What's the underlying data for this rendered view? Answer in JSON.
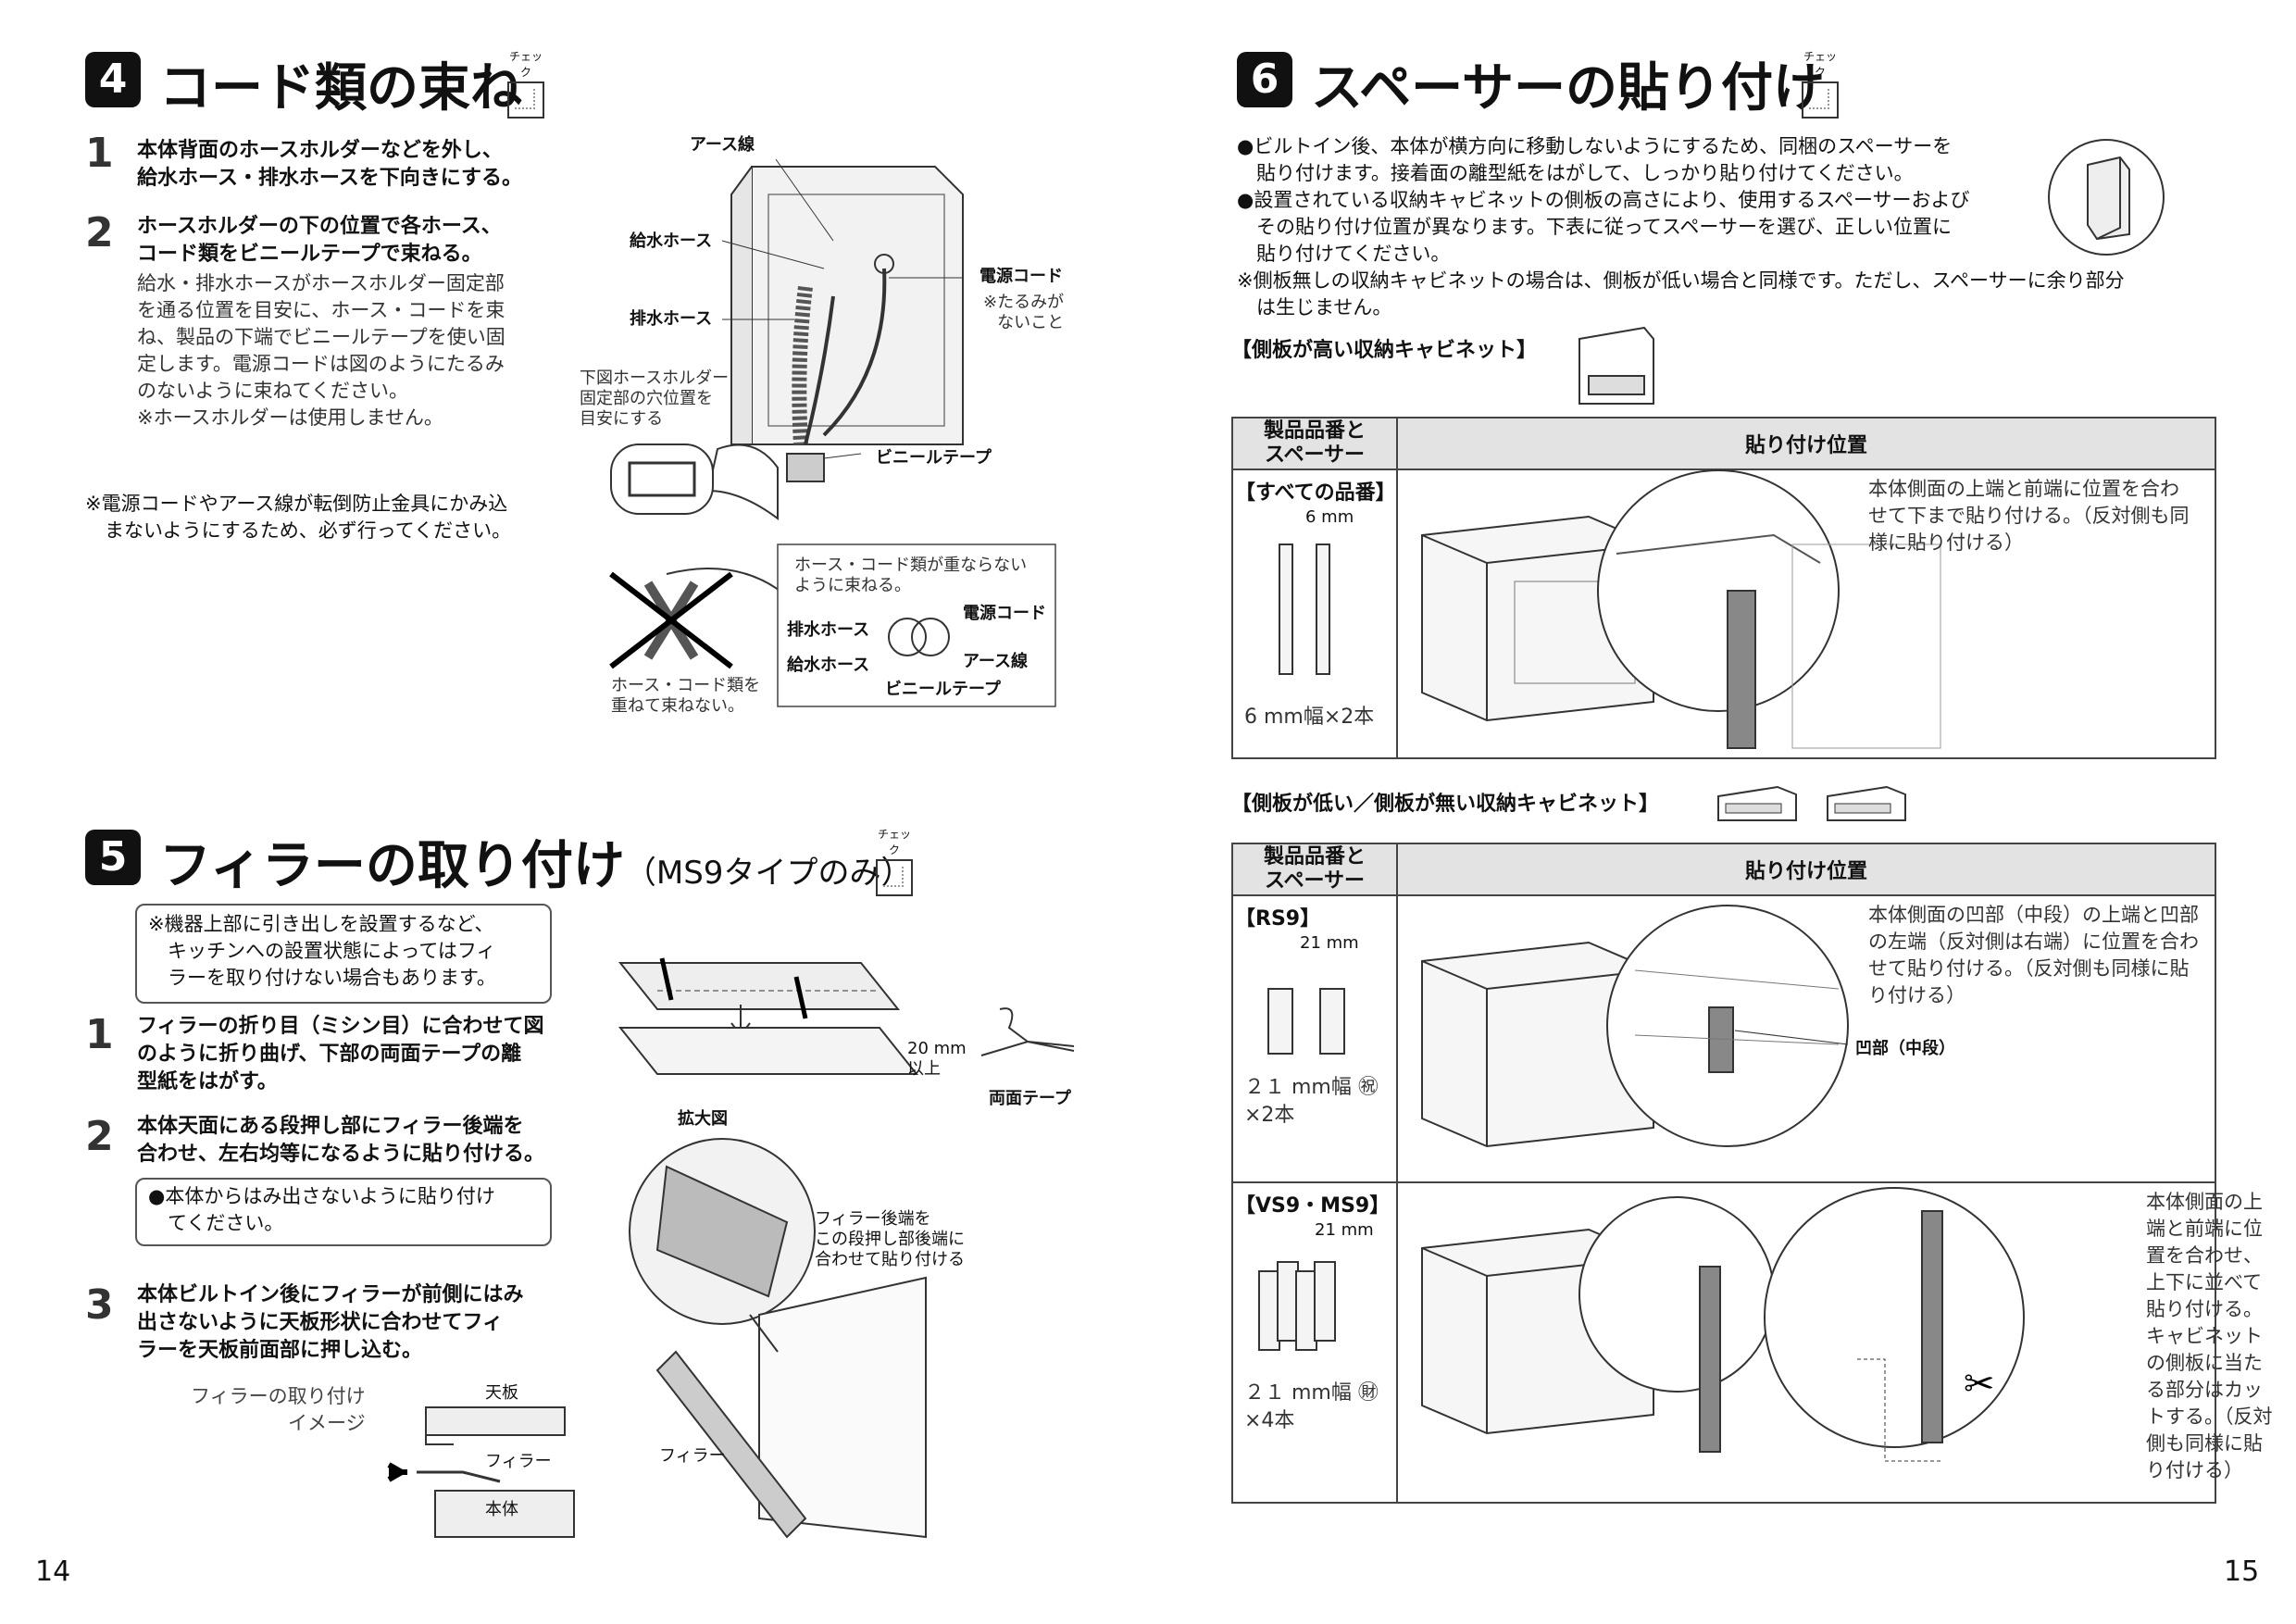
{
  "check_label": "チェック",
  "left": {
    "sec4": {
      "num": "4",
      "title": "コード類の束ね",
      "steps": [
        {
          "num": "1",
          "text": "本体背面のホースホルダーなどを外し、\n給水ホース・排水ホースを下向きにする。"
        },
        {
          "num": "2",
          "text": "ホースホルダーの下の位置で各ホース、\nコード類をビニールテープで束ねる。",
          "detail": "給水・排水ホースがホースホルダー固定部\nを通る位置を目安に、ホース・コードを束\nね、製品の下端でビニールテープを使い固\n定します。電源コードは図のようにたるみ\nのないように束ねてください。\n※ホースホルダーは使用しません。"
        }
      ],
      "note": "※電源コードやアース線が転倒防止金具にかみ込\n　まないようにするため、必ず行ってください。",
      "fig": {
        "earth": "アース線",
        "supply_hose": "給水ホース",
        "drain_hose": "排水ホース",
        "power_cord": "電源コード",
        "slack_note": "※たるみが\nないこと",
        "holder_note": "下図ホースホルダー\n固定部の穴位置を\n目安にする",
        "vinyl_tape": "ビニールテープ",
        "bad_note": "ホース・コード類を\n重ねて束ねない。",
        "inset_note": "ホース・コード類が重ならない\nように束ねる。",
        "inset_drain": "排水ホース",
        "inset_supply": "給水ホース",
        "inset_power": "電源コード",
        "inset_earth": "アース線",
        "inset_tape": "ビニールテープ"
      }
    },
    "sec5": {
      "num": "5",
      "title": "フィラーの取り付け",
      "subtitle": "（MS9タイプのみ）",
      "notice": "※機器上部に引き出しを設置するなど、\n　キッチンへの設置状態によってはフィ\n　ラーを取り付けない場合もあります。",
      "steps": [
        {
          "num": "1",
          "text": "フィラーの折り目（ミシン目）に合わせて図\nのように折り曲げ、下部の両面テープの離\n型紙をはがす。"
        },
        {
          "num": "2",
          "text": "本体天面にある段押し部にフィラー後端を\n合わせ、左右均等になるように貼り付ける。",
          "box": "●本体からはみ出さないように貼り付け\n　てください。"
        },
        {
          "num": "3",
          "text": "本体ビルトイン後にフィラーが前側にはみ\n出さないように天板形状に合わせてフィ\nラーを天板前面部に押し込む。"
        }
      ],
      "fig": {
        "min_size": "20 mm\n以上",
        "double_tape": "両面テープ",
        "enlarged": "拡大図",
        "align_note": "フィラー後端を\nこの段押し部後端に\n合わせて貼り付ける",
        "filler": "フィラー",
        "image_title": "フィラーの取り付け\nイメージ",
        "top_board": "天板",
        "filler2": "フィラー",
        "body": "本体"
      }
    },
    "page_num": "14"
  },
  "right": {
    "sec6": {
      "num": "6",
      "title": "スペーサーの貼り付け",
      "bullets": "●ビルトイン後、本体が横方向に移動しないようにするため、同梱のスペーサーを\n　貼り付けます。接着面の離型紙をはがして、しっかり貼り付けてください。\n●設置されている収納キャビネットの側板の高さにより、使用するスペーサーおよび\n　その貼り付け位置が異なります。下表に従ってスペーサーを選び、正しい位置に\n　貼り付けてください。\n※側板無しの収納キャビネットの場合は、側板が低い場合と同様です。ただし、スペーサーに余り部分\n　は生じません。",
      "high_heading": "【側板が高い収納キャビネット】",
      "low_heading": "【側板が低い／側板が無い収納キャビネット】",
      "col1": "製品品番と\nスペーサー",
      "col2": "貼り付け位置",
      "table1": {
        "model": "【すべての品番】",
        "dim": "6 mm",
        "spec": "6 mm幅×2本",
        "desc": "本体側面の上端と前端に位置を合わ\nせて下まで貼り付ける。（反対側も同\n様に貼り付ける）"
      },
      "table2": [
        {
          "model": "【RS9】",
          "dim": "21 mm",
          "spec": "２１ mm幅 ㊗\n×2本",
          "desc": "本体側面の凹部（中段）の上端と凹部\nの左端（反対側は右端）に位置を合わ\nせて貼り付ける。（反対側も同様に貼\nり付ける）",
          "callout": "凹部（中段）"
        },
        {
          "model": "【VS9・MS9】",
          "dim": "21 mm",
          "spec": "２１ mm幅 ㊖\n×4本",
          "desc": "本体側面の上\n端と前端に位\n置を合わせ、\n上下に並べて\n貼り付ける。\nキャビネット\nの側板に当た\nる部分はカッ\nトする。（反対\n側も同様に貼\nり付ける）"
        }
      ]
    },
    "page_num": "15"
  }
}
